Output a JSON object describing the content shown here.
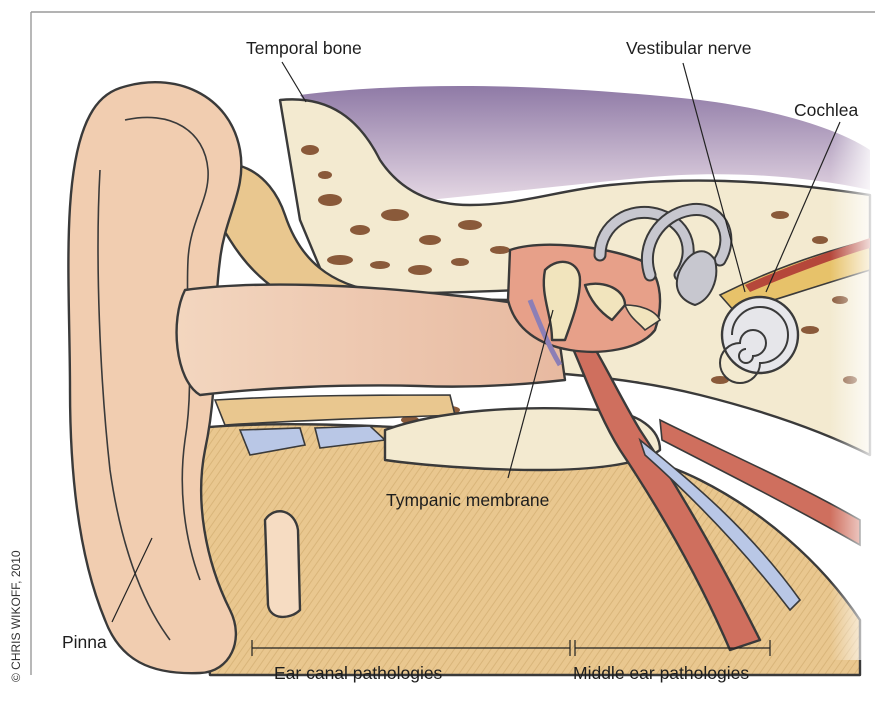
{
  "labels": {
    "temporal_bone": "Temporal bone",
    "vestibular_nerve": "Vestibular nerve",
    "cochlea": "Cochlea",
    "tympanic_membrane": "Tympanic membrane",
    "pinna": "Pinna",
    "ear_canal_pathologies": "Ear canal pathologies",
    "middle_ear_pathologies": "Middle ear pathologies"
  },
  "credit": "© CHRIS WIKOFF, 2010",
  "colors": {
    "skin": "#efc9a6",
    "skin_light": "#f6dcc2",
    "bone": "#f3ead0",
    "bone_pore": "#8a5a3a",
    "cartilage": "#e9c78f",
    "fluid_blue": "#b9c7e6",
    "muscle_red": "#cf6f5e",
    "ossicle": "#f1e4bd",
    "labyrinth": "#c7c7cf",
    "sky": "#b9a7c4"
  },
  "icons": [
    "ear-anatomy-illustration"
  ]
}
